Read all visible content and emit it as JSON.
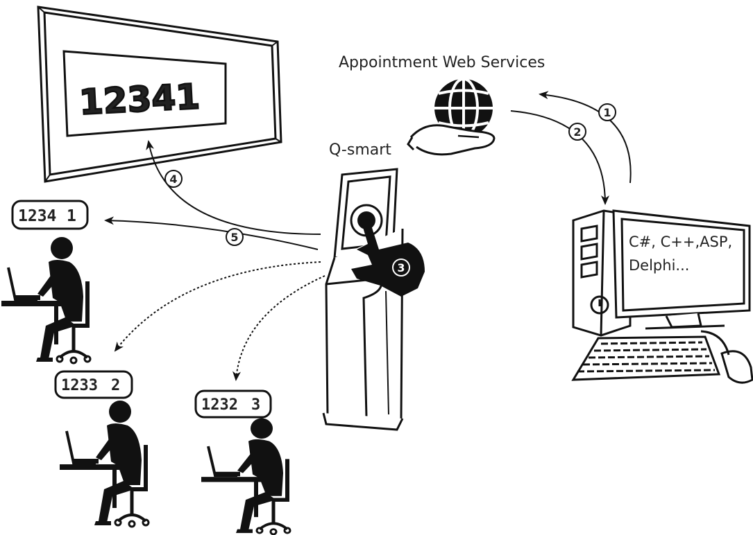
{
  "labels": {
    "web_services": "Appointment Web Services",
    "kiosk": "Q-smart",
    "computer_screen_line1": "C#, C++,ASP,",
    "computer_screen_line2": "Delphi..."
  },
  "display_board": {
    "ticket": "1234",
    "counter": "1"
  },
  "desks": [
    {
      "ticket": "1234",
      "counter": "1"
    },
    {
      "ticket": "1233",
      "counter": "2"
    },
    {
      "ticket": "1232",
      "counter": "3"
    }
  ],
  "steps": [
    "1",
    "2",
    "3",
    "4",
    "5"
  ],
  "colors": {
    "ink": "#111111",
    "paper": "#ffffff"
  },
  "icons": [
    "globe-icon",
    "hand-icon",
    "touch-hand-icon",
    "person-at-laptop-icon",
    "desktop-computer-icon",
    "keyboard-icon",
    "mouse-icon",
    "kiosk-icon",
    "display-monitor-icon"
  ]
}
